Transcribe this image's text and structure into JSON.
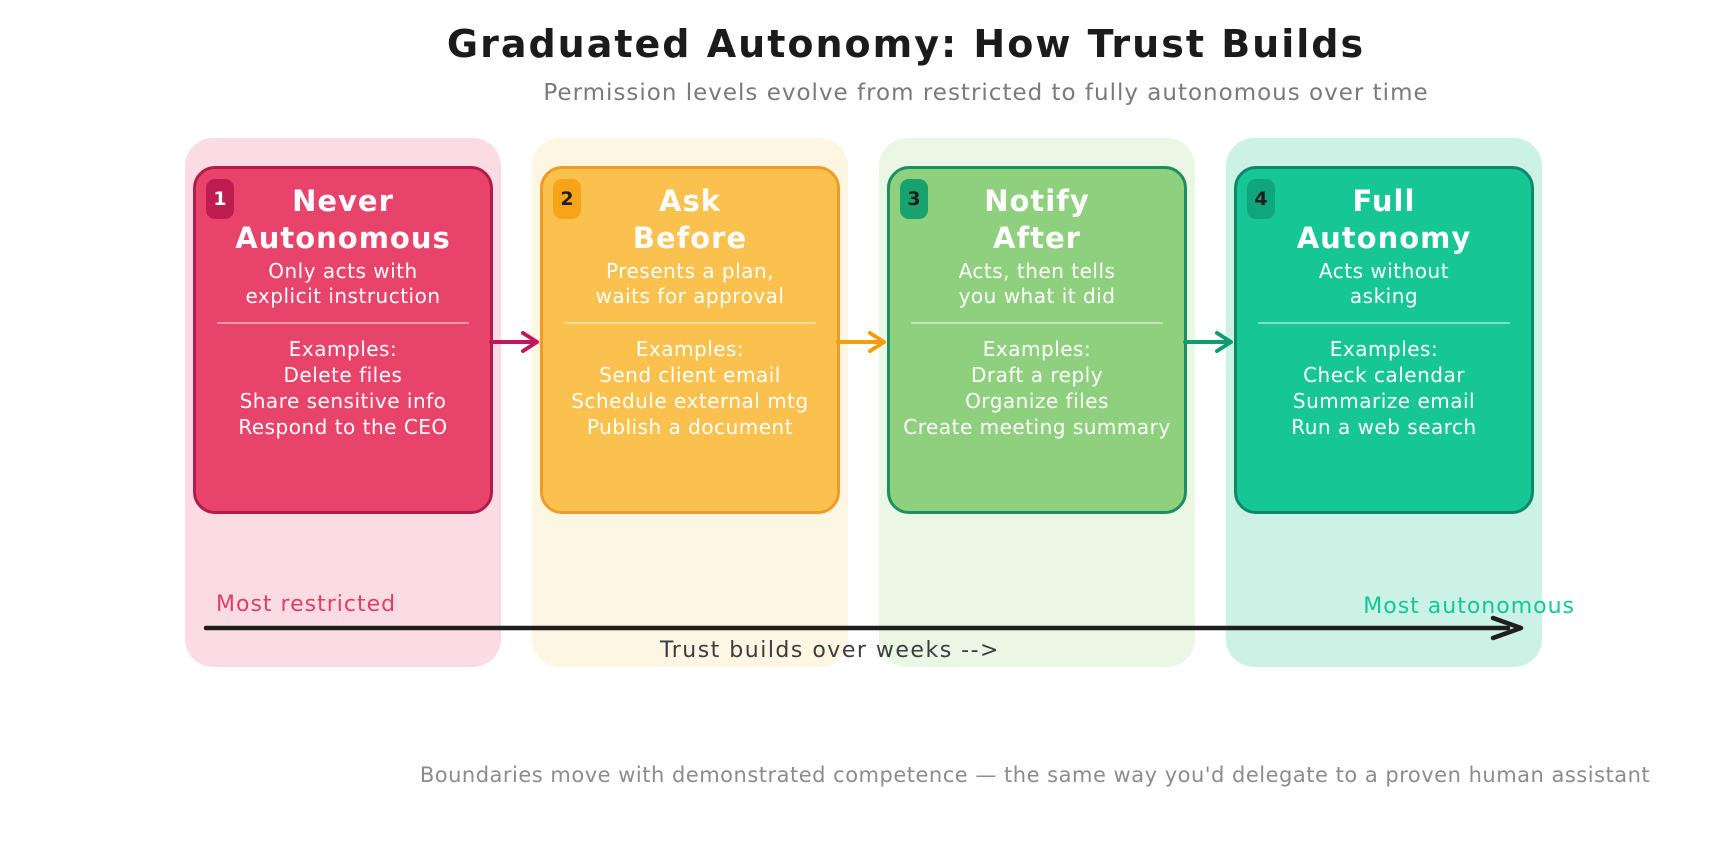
{
  "header": {
    "title": "Graduated Autonomy: How Trust Builds",
    "subtitle": "Permission levels evolve from restricted to fully autonomous over time"
  },
  "stages": [
    {
      "number": "1",
      "title_line1": "Never",
      "title_line2": "Autonomous",
      "desc_line1": "Only acts with",
      "desc_line2": "explicit instruction",
      "examples_label": "Examples:",
      "examples": [
        "Delete files",
        "Share sensitive info",
        "Respond to the CEO"
      ],
      "colors": {
        "container": "#fbdce4",
        "card": "#e8436b",
        "border": "#b21c4b",
        "badge": "#bc1c4f",
        "badge_text": "#ffffff"
      }
    },
    {
      "number": "2",
      "title_line1": "Ask",
      "title_line2": "Before",
      "desc_line1": "Presents a plan,",
      "desc_line2": "waits for approval",
      "examples_label": "Examples:",
      "examples": [
        "Send client email",
        "Schedule external mtg",
        "Publish a document"
      ],
      "colors": {
        "container": "#fdf6e3",
        "card": "#fbc14e",
        "border": "#ef9b27",
        "badge": "#f7a418",
        "badge_text": "#1e1e1e"
      }
    },
    {
      "number": "3",
      "title_line1": "Notify",
      "title_line2": "After",
      "desc_line1": "Acts, then tells",
      "desc_line2": "you what it did",
      "examples_label": "Examples:",
      "examples": [
        "Draft a reply",
        "Organize files",
        "Create meeting summary"
      ],
      "colors": {
        "container": "#eaf7e4",
        "card": "#8fd07e",
        "border": "#1b8f63",
        "badge": "#17a26e",
        "badge_text": "#1e1e1e"
      }
    },
    {
      "number": "4",
      "title_line1": "Full",
      "title_line2": "Autonomy",
      "desc_line1": "Acts without",
      "desc_line2": "asking",
      "examples_label": "Examples:",
      "examples": [
        "Check calendar",
        "Summarize email",
        "Run a web search"
      ],
      "colors": {
        "container": "#ccf2e6",
        "card": "#16c694",
        "border": "#0c8a68",
        "badge": "#0fa57f",
        "badge_text": "#1e1e1e"
      }
    }
  ],
  "stage_arrows": [
    {
      "color": "#c2185b"
    },
    {
      "color": "#f59e0b"
    },
    {
      "color": "#0f9d6f"
    }
  ],
  "timeline": {
    "left_label": "Most restricted",
    "left_color": "#e23d66",
    "right_label": "Most autonomous",
    "right_color": "#10c896",
    "axis_label": "Trust builds over weeks -->",
    "axis_color": "#1e1e1e"
  },
  "footer": {
    "caption": "Boundaries move with demonstrated competence — the same way you'd delegate to a proven human assistant"
  }
}
